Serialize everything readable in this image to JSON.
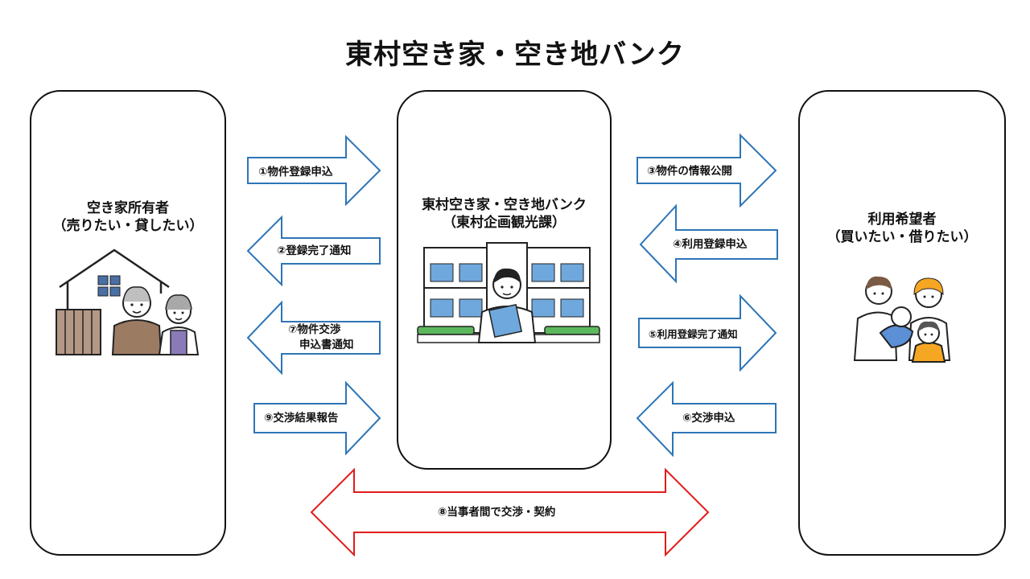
{
  "title": "東村空き家・空き地バンク",
  "owner": {
    "line1": "空き家所有者",
    "line2": "（売りたい・貸したい）"
  },
  "bank": {
    "line1": "東村空き家・空き地バンク",
    "line2": "（東村企画観光課）"
  },
  "user": {
    "line1": "利用希望者",
    "line2": "（買いたい・借りたい）"
  },
  "arrows": {
    "a1": "①物件登録申込",
    "a2": "②登録完了通知",
    "a7_line1": "⑦物件交渉",
    "a7_line2": "申込書通知",
    "a9": "⑨交渉結果報告",
    "a3": "③物件の情報公開",
    "a4": "④利用登録申込",
    "a5": "⑤利用登録完了通知",
    "a6": "⑥交渉申込",
    "a8": "⑧当事者間で交渉・契約"
  },
  "colors": {
    "flow_arrow": "#2e75b6",
    "negotiation_arrow": "#e21b1b"
  }
}
